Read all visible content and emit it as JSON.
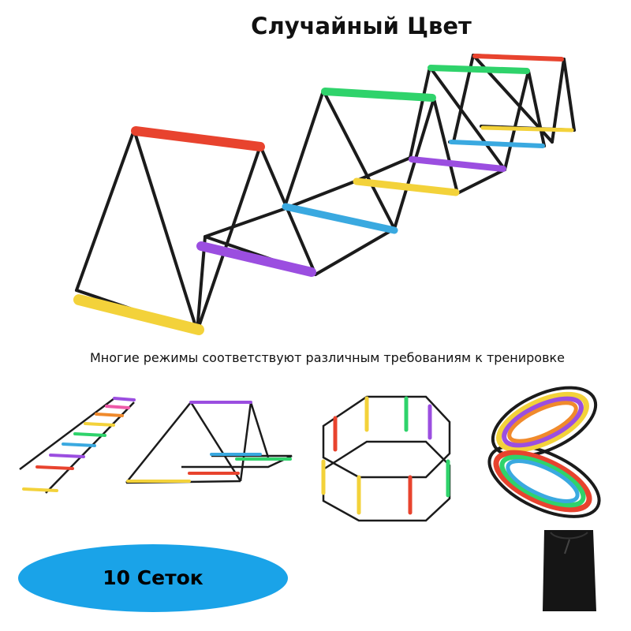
{
  "header": {
    "title": "Случайный Цвет"
  },
  "caption": {
    "text": "Многие режимы соответствуют различным требованиям к тренировке"
  },
  "badge": {
    "label": "10 Сеток",
    "color": "#1aa3e8"
  },
  "colors": {
    "frame": "#1b1b1b",
    "red": "#e8432e",
    "green": "#2fd36b",
    "blue": "#3aa9e0",
    "purple": "#9b4ee0",
    "yellow": "#f3d23a",
    "orange": "#f08a2c",
    "pink": "#ee5aa8"
  },
  "illustrations": [
    "folded-agility-hurdle-illustration",
    "flat-agility-ladder-illustration",
    "half-folded-hurdle-illustration",
    "octagon-hurdle-illustration",
    "butterfly-ring-illustration",
    "storage-bag-illustration"
  ]
}
